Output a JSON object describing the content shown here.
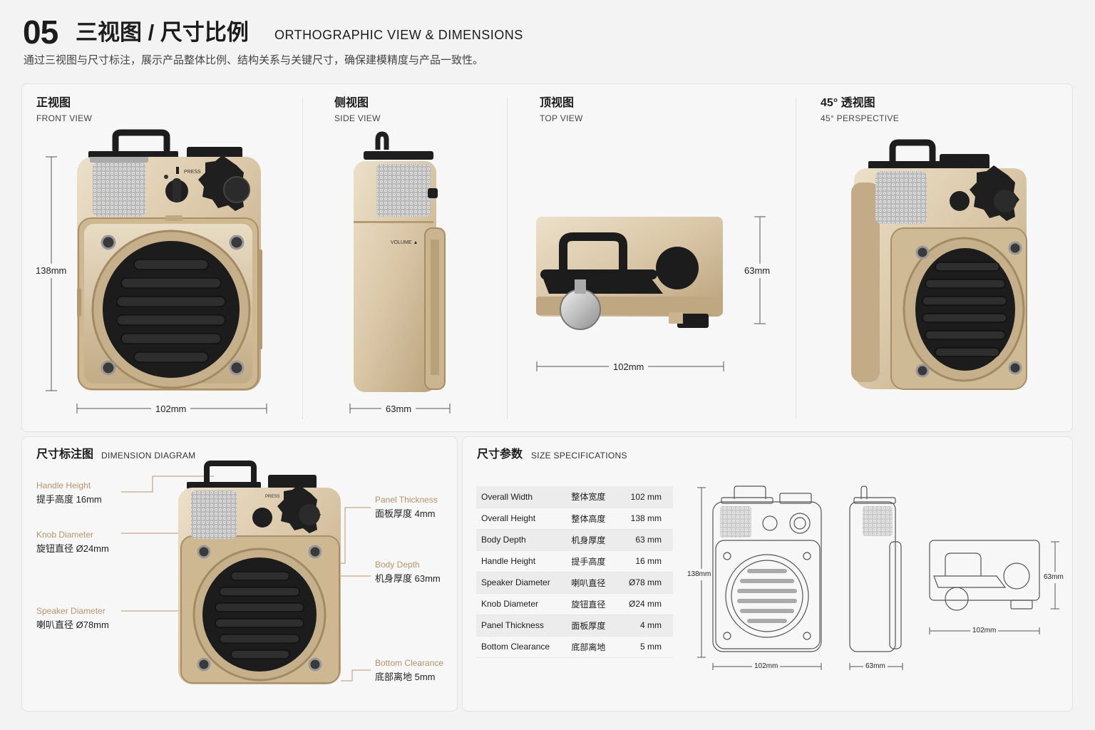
{
  "header": {
    "number": "05",
    "title_cn": "三视图 / 尺寸比例",
    "title_en": "ORTHOGRAPHIC VIEW & DIMENSIONS",
    "subtitle": "通过三视图与尺寸标注，展示产品整体比例、结构关系与关键尺寸，确保建模精度与产品一致性。"
  },
  "views": [
    {
      "title_cn": "正视图",
      "title_en": "FRONT VIEW"
    },
    {
      "title_cn": "侧视图",
      "title_en": "SIDE VIEW"
    },
    {
      "title_cn": "顶视图",
      "title_en": "TOP VIEW"
    },
    {
      "title_cn": "45° 透视图",
      "title_en": "45° PERSPECTIVE"
    }
  ],
  "dims": {
    "front_height": "138mm",
    "front_width": "102mm",
    "side_depth": "63mm",
    "top_depth": "63mm",
    "top_width": "102mm"
  },
  "product_labels": {
    "press": "PRESS",
    "volume": "VOLUME ▲"
  },
  "diagram": {
    "title_cn": "尺寸标注图",
    "title_en": "DIMENSION DIAGRAM",
    "left": [
      {
        "en": "Handle Height",
        "cn": "提手高度 16mm"
      },
      {
        "en": "Knob Diameter",
        "cn": "旋钮直径 Ø24mm"
      },
      {
        "en": "Speaker Diameter",
        "cn": "喇叭直径 Ø78mm"
      }
    ],
    "right": [
      {
        "en": "Panel Thickness",
        "cn": "面板厚度 4mm"
      },
      {
        "en": "Body Depth",
        "cn": "机身厚度 63mm"
      },
      {
        "en": "Bottom Clearance",
        "cn": "底部离地 5mm"
      }
    ]
  },
  "specs": {
    "title_cn": "尺寸参数",
    "title_en": "SIZE SPECIFICATIONS",
    "rows": [
      {
        "en": "Overall Width",
        "cn": "整体宽度",
        "value": "102 mm"
      },
      {
        "en": "Overall Height",
        "cn": "整体高度",
        "value": "138 mm"
      },
      {
        "en": "Body Depth",
        "cn": "机身厚度",
        "value": "63 mm"
      },
      {
        "en": "Handle Height",
        "cn": "提手高度",
        "value": "16 mm"
      },
      {
        "en": "Speaker Diameter",
        "cn": "喇叭直径",
        "value": "Ø78 mm"
      },
      {
        "en": "Knob Diameter",
        "cn": "旋钮直径",
        "value": "Ø24 mm"
      },
      {
        "en": "Panel Thickness",
        "cn": "面板厚度",
        "value": "4 mm"
      },
      {
        "en": "Bottom Clearance",
        "cn": "底部离地",
        "value": "5 mm"
      }
    ],
    "line_dims": {
      "front_height": "138mm",
      "front_width": "102mm",
      "side_depth": "63mm",
      "top_depth": "63mm",
      "top_width": "102mm"
    }
  },
  "colors": {
    "body": "#d9c6a6",
    "body_dark": "#b9a27c",
    "grille": "#1e1e1e",
    "accent_text": "#b7946b",
    "knurl": "#c4c4c4"
  }
}
